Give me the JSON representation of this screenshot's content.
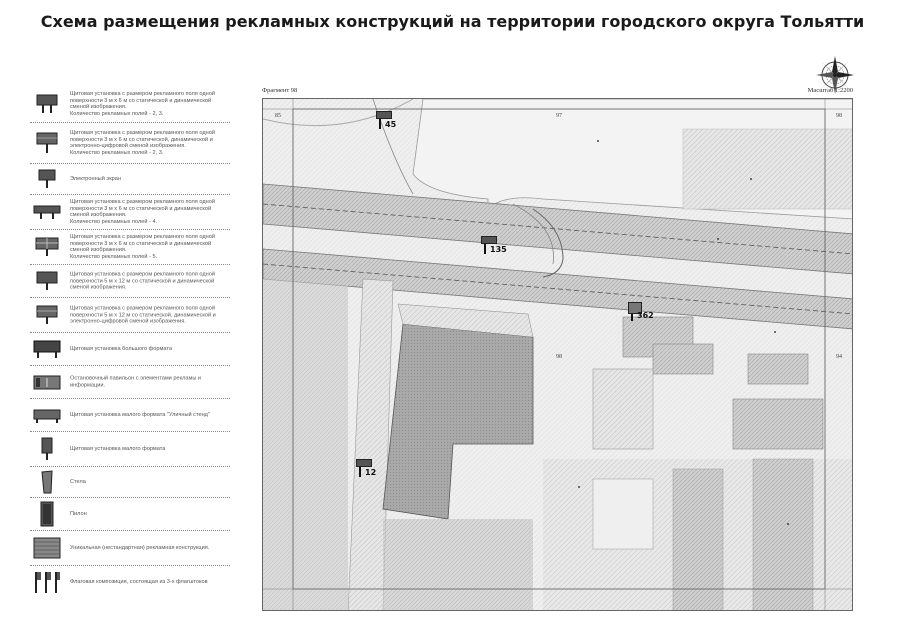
{
  "title": "Схема размещения рекламных конструкций на территории городского округа Тольятти",
  "map": {
    "fragment": "Фрагмент 98",
    "scale": "Масштаб 1:2200",
    "grid_labels": {
      "top_left": "85",
      "top_mid": "97",
      "top_right": "98",
      "mid_center": "98",
      "mid_right": "94"
    },
    "markers": [
      {
        "id": "45"
      },
      {
        "id": "135"
      },
      {
        "id": "362"
      },
      {
        "id": "12"
      }
    ]
  },
  "legend": [
    {
      "symbol": "board-double",
      "text": "Щитовая установка с размером рекламного поля одной поверхности 3 м х 6 м со статической и динамической сменой изображения.\nКоличество рекламных полей - 2, 3."
    },
    {
      "symbol": "board-double",
      "text": "Щитовая установка с размером рекламного поля одной поверхности 3 м х 6 м со статической, динамической и электронно-цифровой сменой изображения.\nКоличество рекламных полей - 2, 3."
    },
    {
      "symbol": "board-single",
      "text": "Электронный экран"
    },
    {
      "symbol": "board-wide",
      "text": "Щитовая установка с размером рекламного поля одной поверхности 3 м х 6 м со статической и динамической сменой изображения.\nКоличество рекламных полей - 4."
    },
    {
      "symbol": "board-multi",
      "text": "Щитовая установка с размером рекламного поля одной поверхности 3 м х 6 м со статической и динамической сменой изображения.\nКоличество рекламных полей - 5."
    },
    {
      "symbol": "board-double",
      "text": "Щитовая установка с размером рекламного поля одной поверхности 5 м х 12 м со статической и динамической сменой изображения."
    },
    {
      "symbol": "board-double",
      "text": "Щитовая установка с размером рекламного поля одной поверхности 5 м х 12 м со статической, динамической и электронно-цифровой сменой изображения."
    },
    {
      "symbol": "board-large",
      "text": "Щитовая установка большого формата"
    },
    {
      "symbol": "pavilion",
      "text": "Остановочный павильон с элементами рекламы и информации."
    },
    {
      "symbol": "board-small-wide",
      "text": "Щитовая установка малого формата \"Уличный стенд\""
    },
    {
      "symbol": "board-small",
      "text": "Щитовая установка малого формата"
    },
    {
      "symbol": "stela",
      "text": "Стела"
    },
    {
      "symbol": "pylon",
      "text": "Пилон"
    },
    {
      "symbol": "unique",
      "text": "Уникальная (нестандартная) рекламная конструкция."
    },
    {
      "symbol": "flags",
      "text": "Флаговая композиция, состоящая из 3-х флагштоков"
    }
  ]
}
